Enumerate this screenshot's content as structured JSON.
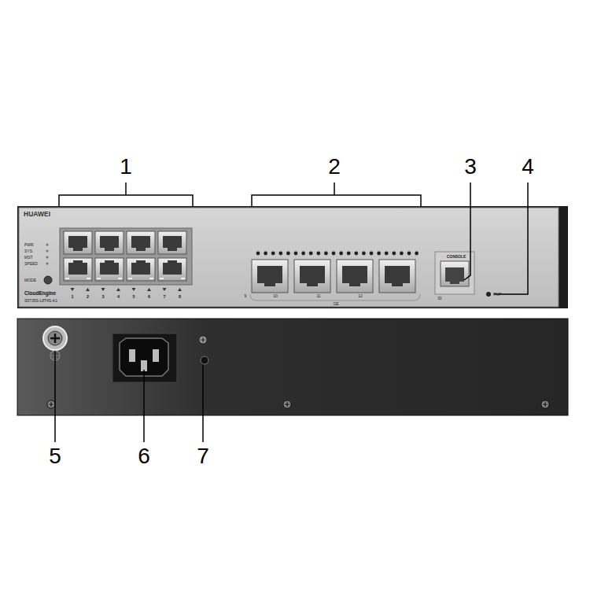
{
  "diagram": {
    "labels": [
      "1",
      "2",
      "3",
      "4",
      "HUAWEI",
      "PWR",
      "SYS",
      "MST",
      "SPEED",
      "MODE",
      "CloudEngine",
      "S5735S-L8T4S-A1",
      "1",
      "2",
      "3",
      "4",
      "5",
      "6",
      "7",
      "8",
      "9",
      "10",
      "11",
      "12",
      "GE",
      "CONSOLE",
      "ID",
      "PNP",
      "5",
      "6",
      "7"
    ]
  }
}
